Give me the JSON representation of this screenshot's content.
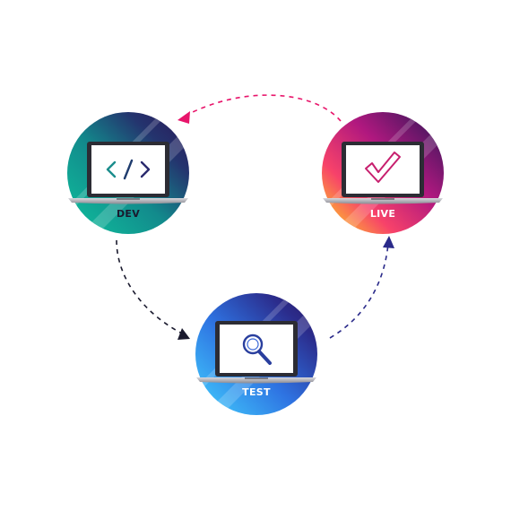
{
  "diagram": {
    "stages": [
      {
        "id": "dev",
        "label": "DEV",
        "icon": "code-brackets-icon",
        "label_color": "#1a1a2e"
      },
      {
        "id": "live",
        "label": "LIVE",
        "icon": "checkmark-icon",
        "label_color": "#ffffff"
      },
      {
        "id": "test",
        "label": "TEST",
        "icon": "magnifying-glass-icon",
        "label_color": "#ffffff"
      }
    ],
    "connectors": [
      {
        "from": "live",
        "to": "dev",
        "color": "#e8156b"
      },
      {
        "from": "dev",
        "to": "test",
        "color": "#1a1a2e"
      },
      {
        "from": "test",
        "to": "live",
        "color": "#2a2a8a"
      }
    ],
    "colors": {
      "dev_gradient": [
        "#0fb39a",
        "#1a6a8a",
        "#2a1a5e"
      ],
      "live_gradient": [
        "#ffd21f",
        "#e8156b",
        "#9b1f8e",
        "#2a1a5e"
      ],
      "test_gradient": [
        "#3ec6ff",
        "#2f6ee0",
        "#2a1a6e"
      ]
    }
  }
}
